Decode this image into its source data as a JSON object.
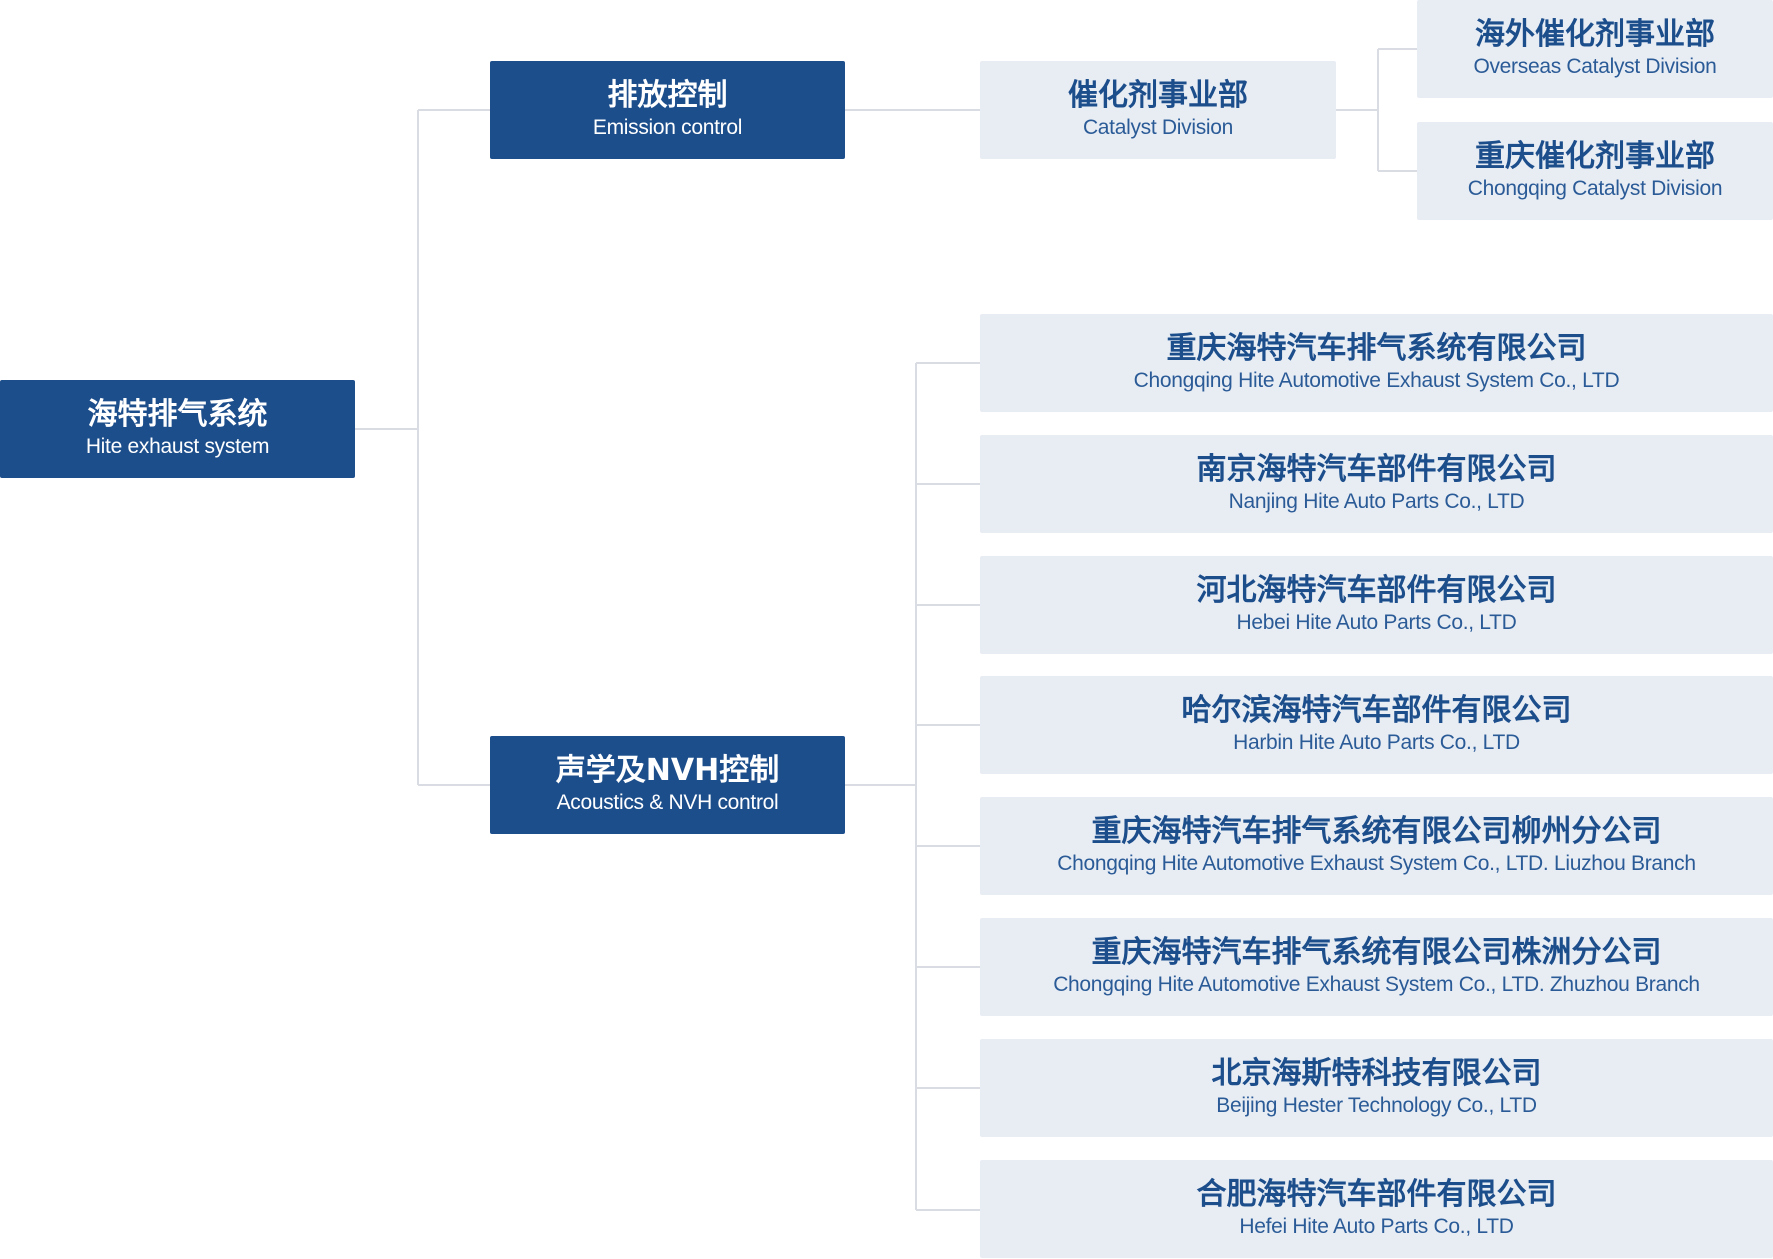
{
  "root": {
    "zh": "海特排气系统",
    "en": "Hite exhaust system"
  },
  "branches": [
    {
      "zh": "排放控制",
      "en": "Emission control"
    },
    {
      "zh": "声学及NVH控制",
      "en": "Acoustics & NVH control"
    }
  ],
  "catalyst_division": {
    "zh": "催化剂事业部",
    "en": "Catalyst Division"
  },
  "catalyst_children": [
    {
      "zh": "海外催化剂事业部",
      "en": "Overseas Catalyst Division"
    },
    {
      "zh": "重庆催化剂事业部",
      "en": "Chongqing Catalyst Division"
    }
  ],
  "nvh_companies": [
    {
      "zh": "重庆海特汽车排气系统有限公司",
      "en": "Chongqing Hite Automotive Exhaust System Co., LTD"
    },
    {
      "zh": "南京海特汽车部件有限公司",
      "en": "Nanjing Hite Auto Parts Co., LTD"
    },
    {
      "zh": "河北海特汽车部件有限公司",
      "en": "Hebei Hite Auto Parts Co., LTD"
    },
    {
      "zh": "哈尔滨海特汽车部件有限公司",
      "en": "Harbin Hite Auto Parts Co., LTD"
    },
    {
      "zh": "重庆海特汽车排气系统有限公司柳州分公司",
      "en": "Chongqing Hite Automotive Exhaust System Co., LTD. Liuzhou Branch"
    },
    {
      "zh": "重庆海特汽车排气系统有限公司株洲分公司",
      "en": "Chongqing Hite Automotive Exhaust System Co., LTD. Zhuzhou Branch"
    },
    {
      "zh": "北京海斯特科技有限公司",
      "en": "Beijing Hester Technology Co., LTD"
    },
    {
      "zh": "合肥海特汽车部件有限公司",
      "en": "Hefei Hite Auto Parts Co., LTD"
    }
  ],
  "colors": {
    "dark_box": "#1d4e8c",
    "light_box": "#e8edf4",
    "connector": "#d9dde3"
  }
}
